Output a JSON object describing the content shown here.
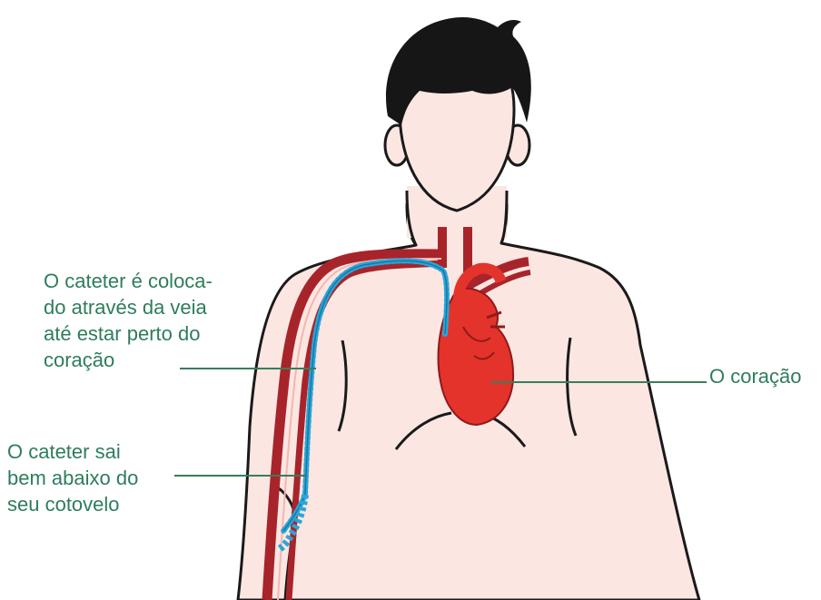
{
  "labels": {
    "catheter_path": {
      "lines": [
        "O cateter é coloca-",
        "do através da veia",
        "até  estar perto do",
        "coração"
      ]
    },
    "catheter_exit": {
      "lines": [
        "O cateter sai",
        "bem abaixo do",
        "seu cotovelo"
      ]
    },
    "heart": "O coração"
  },
  "colors": {
    "label_text": "#2e7d5b",
    "leader_line": "#3a7d5c",
    "skin": "#fbe6e2",
    "outline": "#1a1a1a",
    "hair": "#161616",
    "vein": "#a8242b",
    "heart": "#e4332b",
    "catheter": "#2aa6d8"
  }
}
